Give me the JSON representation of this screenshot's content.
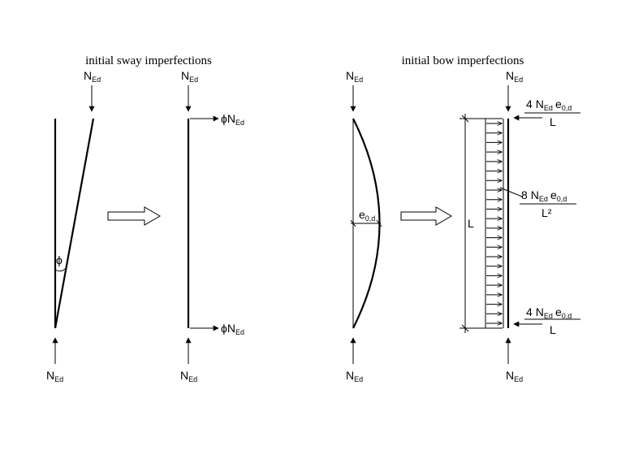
{
  "titles": {
    "sway": "initial sway imperfections",
    "bow": "initial bow imperfections"
  },
  "labels": {
    "N": "N",
    "Ed": "Ed",
    "phi": "ϕ",
    "e": "e",
    "e_sub": "0,d",
    "L": "L",
    "four": "4",
    "eight": "8",
    "L_squared": "L²"
  }
}
